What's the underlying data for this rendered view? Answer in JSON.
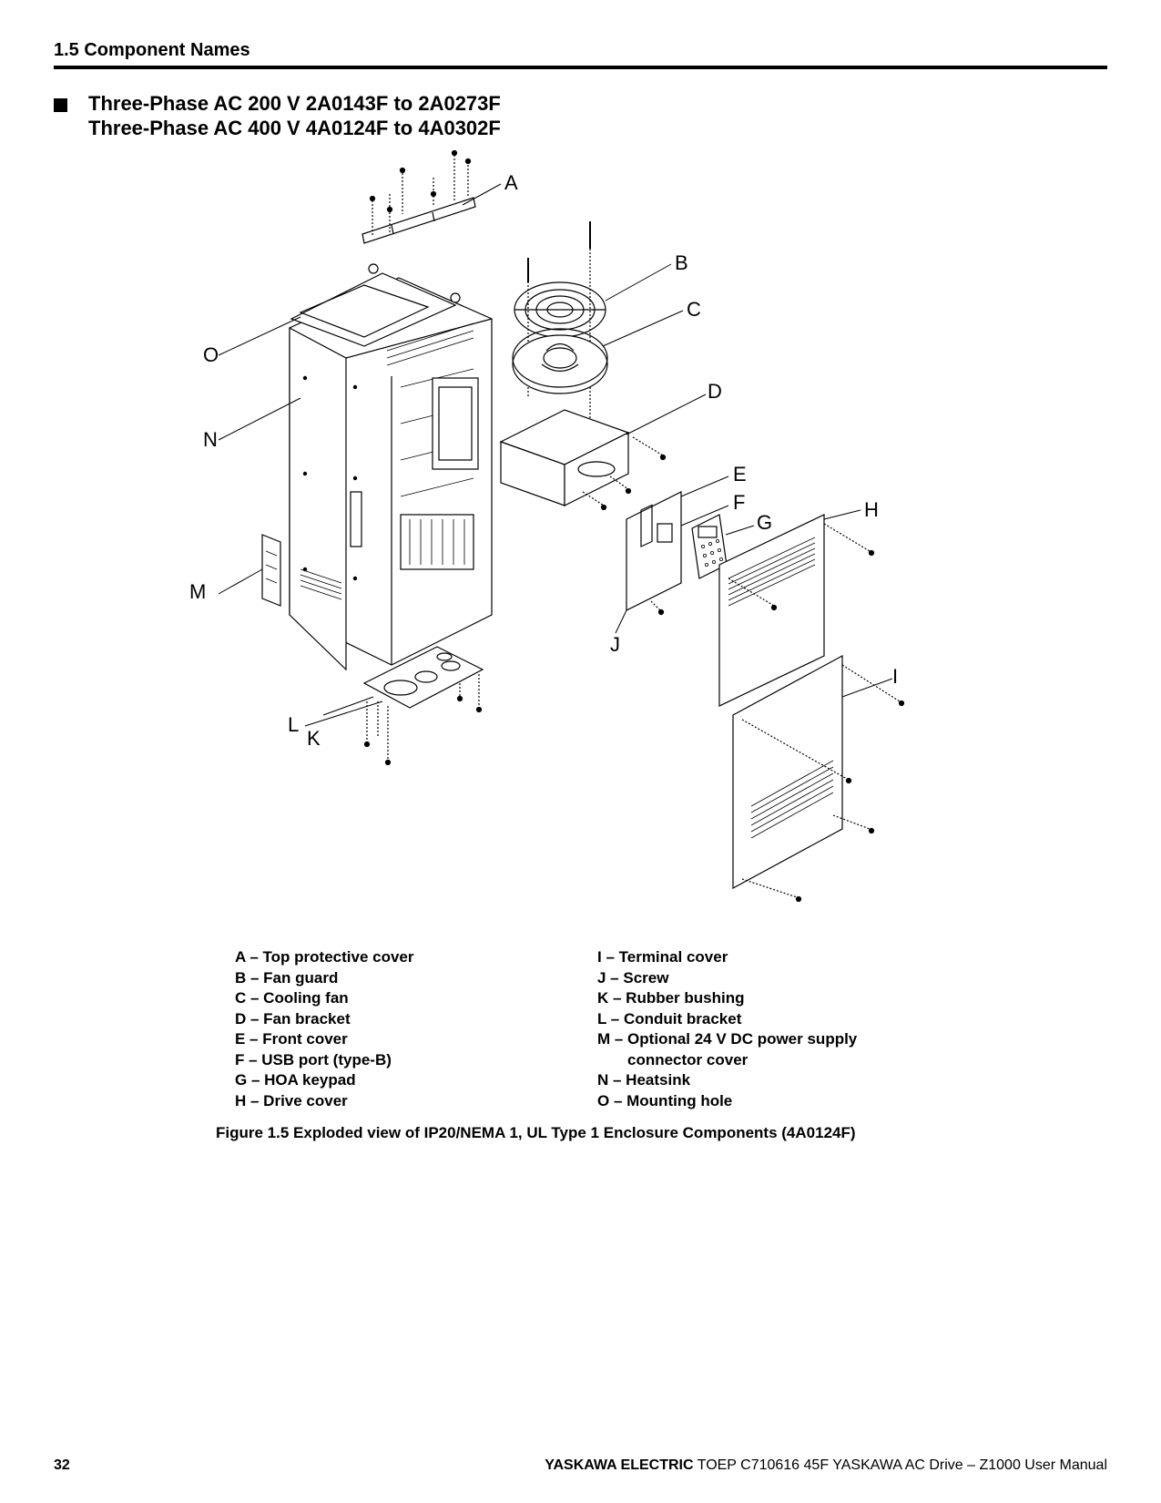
{
  "header": {
    "section": "1.5 Component Names"
  },
  "heading": {
    "line1": "Three-Phase AC 200 V 2A0143F to 2A0273F",
    "line2": "Three-Phase AC 400 V 4A0124F to 4A0302F"
  },
  "figure": {
    "callouts": [
      "A",
      "B",
      "C",
      "D",
      "E",
      "F",
      "G",
      "H",
      "I",
      "J",
      "K",
      "L",
      "M",
      "N",
      "O"
    ]
  },
  "legend_left": [
    "A – Top protective cover",
    "B – Fan guard",
    "C – Cooling fan",
    "D – Fan bracket",
    "E – Front cover",
    "F – USB port (type-B)",
    "G – HOA keypad",
    "H – Drive cover"
  ],
  "legend_right": [
    "I  –  Terminal cover",
    "J – Screw",
    "K – Rubber bushing",
    "L – Conduit bracket",
    "M – Optional 24 V DC power supply",
    "connector cover",
    "N – Heatsink",
    "O – Mounting hole"
  ],
  "caption": "Figure 1.5  Exploded view of IP20/NEMA 1, UL Type 1 Enclosure Components (4A0124F)",
  "footer": {
    "page_number": "32",
    "brand": "YASKAWA ELECTRIC",
    "text": " TOEP C710616 45F YASKAWA AC Drive – Z1000 User Manual"
  }
}
